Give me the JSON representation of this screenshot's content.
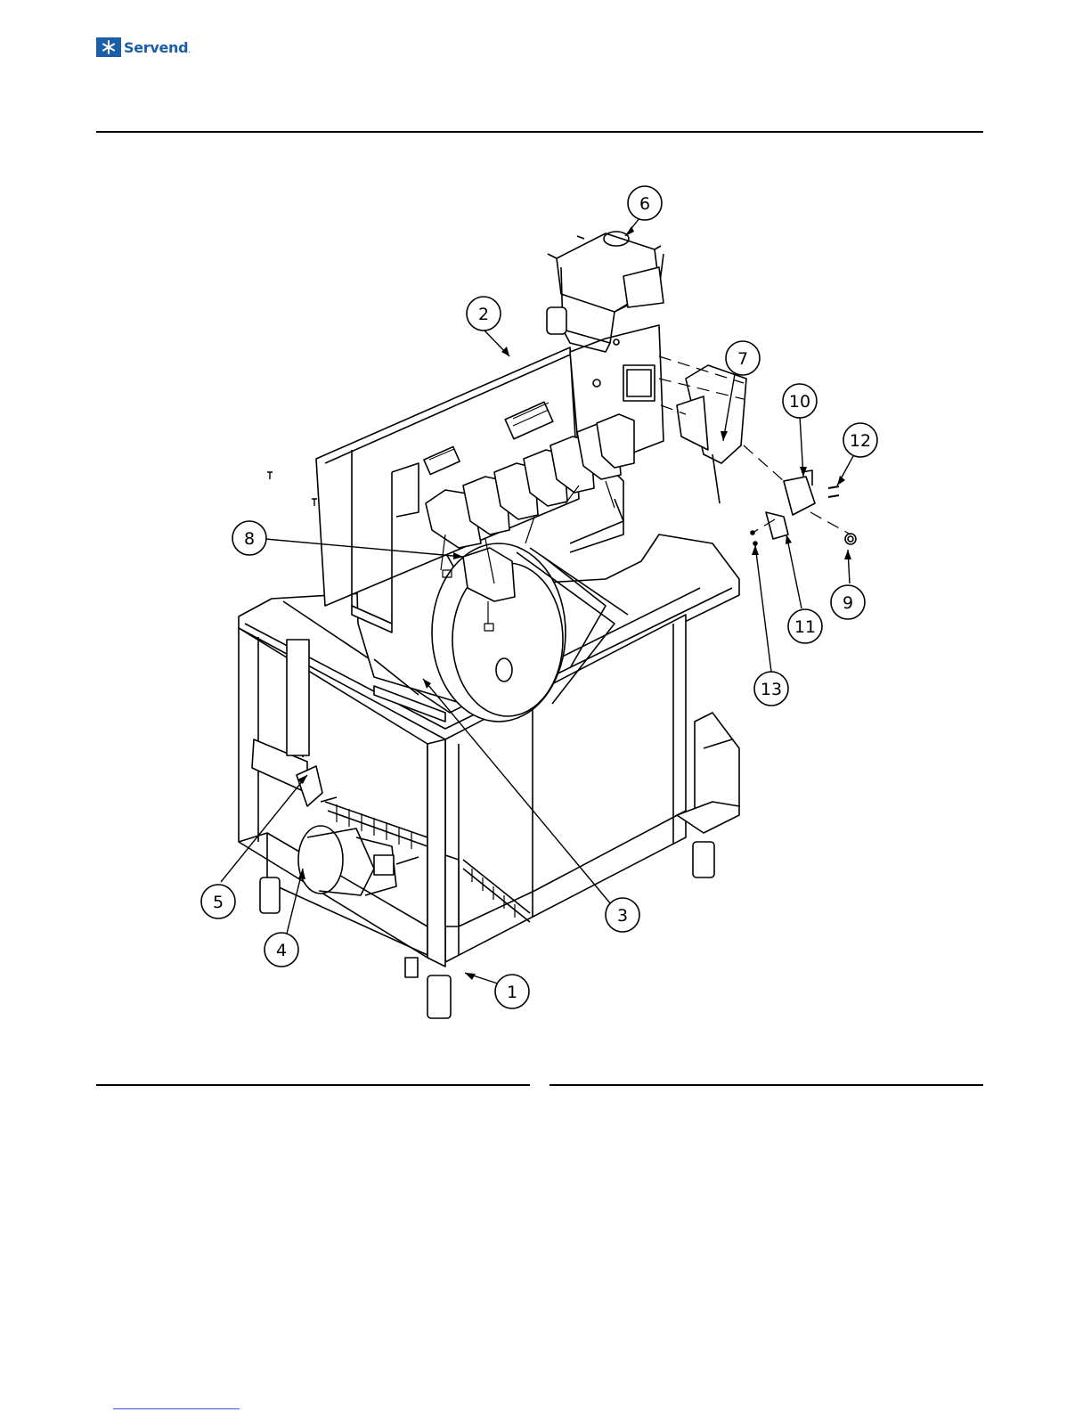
{
  "brand": {
    "name": "Servend",
    "color": "#1a5fa8"
  },
  "callouts": [
    {
      "id": 1,
      "label": "1"
    },
    {
      "id": 2,
      "label": "2"
    },
    {
      "id": 3,
      "label": "3"
    },
    {
      "id": 4,
      "label": "4"
    },
    {
      "id": 5,
      "label": "5"
    },
    {
      "id": 6,
      "label": "6"
    },
    {
      "id": 7,
      "label": "7"
    },
    {
      "id": 8,
      "label": "8"
    },
    {
      "id": 9,
      "label": "9"
    },
    {
      "id": 10,
      "label": "10"
    },
    {
      "id": 11,
      "label": "11"
    },
    {
      "id": 12,
      "label": "12"
    },
    {
      "id": 13,
      "label": "13"
    }
  ]
}
